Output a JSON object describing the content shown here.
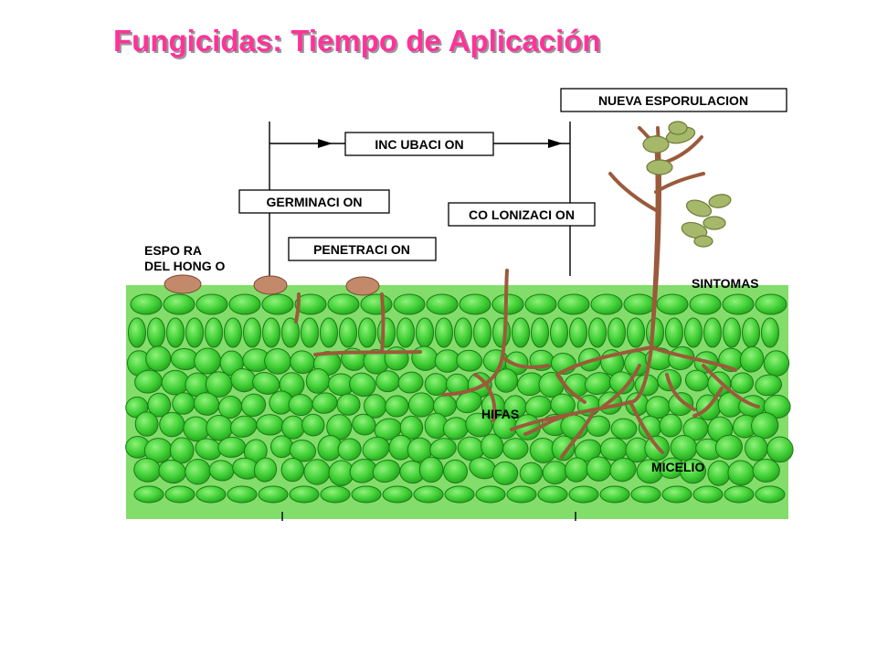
{
  "title": "Fungicidas: Tiempo de Aplicación",
  "labels": {
    "nueva_esporulacion": "NUEVA ESPORULACION",
    "incubacion": "INC UBACI ON",
    "germinacion": "GERMINACI ON",
    "colonizacion": "CO LONIZACI ON",
    "penetracion": "PENETRACI ON",
    "espora_line1": "ESPO RA",
    "espora_line2": "DEL HONG O",
    "sintomas": "SINTOMAS",
    "hifas": "HIFAS",
    "micelio": "MICELIO"
  },
  "colors": {
    "title": "#ff3399",
    "cell_fill": "#4cd43e",
    "cell_stroke": "#1e7a1a",
    "tissue_background": "#7fdc66",
    "fungus": "#9b5a3c",
    "leaf": "#a6b86a"
  }
}
